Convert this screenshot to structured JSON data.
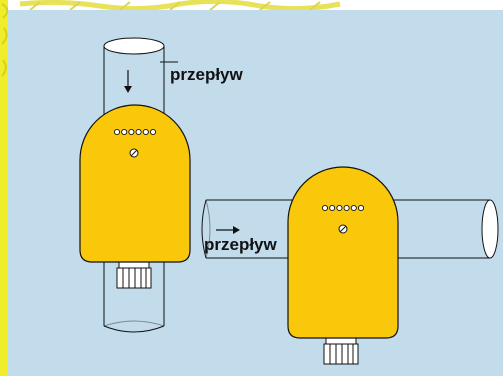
{
  "diagram": {
    "labels": {
      "flow_vertical": "przepływ",
      "flow_horizontal": "przepływ"
    },
    "led_count": 6,
    "colors": {
      "background": "#c2dcec",
      "border_left": "#f0ee2a",
      "border_top": "#e8e25a",
      "sensor_body": "#f9c80a",
      "outline": "#111111"
    }
  }
}
